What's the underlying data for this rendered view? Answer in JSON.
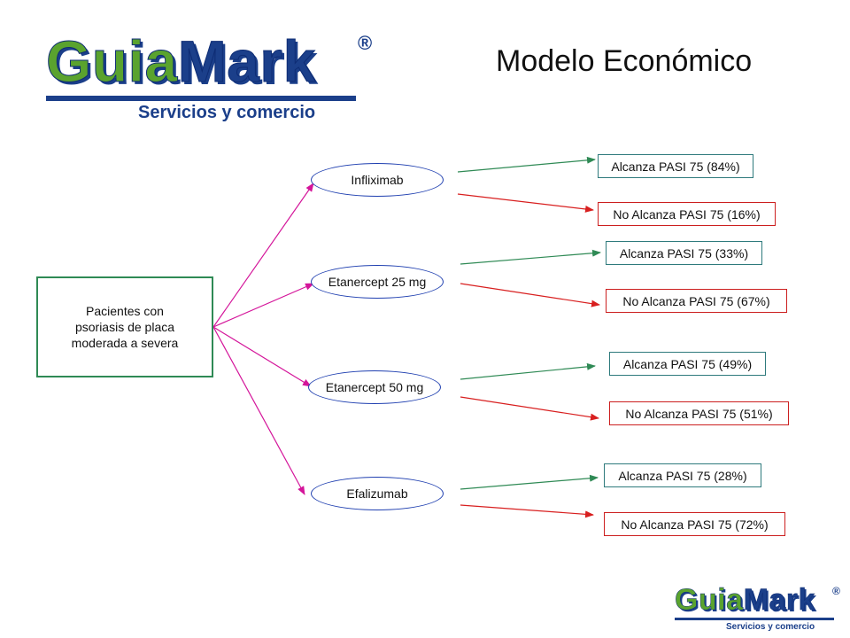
{
  "logo": {
    "main_text_1": "Guia",
    "main_text_2": "Mark",
    "registered": "®",
    "tagline": "Servicios y comercio"
  },
  "title": "Modelo Económico",
  "root": {
    "label": "Pacientes con\npsoriasis de placa\nmoderada a severa"
  },
  "treatments": [
    {
      "label": "Infliximab",
      "outcomes": [
        {
          "label": "Alcanza PASI 75 (84%)",
          "kind": "good"
        },
        {
          "label": "No Alcanza PASI 75 (16%)",
          "kind": "bad"
        }
      ]
    },
    {
      "label": "Etanercept 25 mg",
      "outcomes": [
        {
          "label": "Alcanza PASI 75 (33%)",
          "kind": "good"
        },
        {
          "label": "No Alcanza PASI 75 (67%)",
          "kind": "bad"
        }
      ]
    },
    {
      "label": "Etanercept 50 mg",
      "outcomes": [
        {
          "label": "Alcanza PASI 75 (49%)",
          "kind": "good"
        },
        {
          "label": "No Alcanza PASI 75 (51%)",
          "kind": "bad"
        }
      ]
    },
    {
      "label": "Efalizumab",
      "outcomes": [
        {
          "label": "Alcanza PASI 75 (28%)",
          "kind": "good"
        },
        {
          "label": "No Alcanza PASI 75 (72%)",
          "kind": "bad"
        }
      ]
    }
  ],
  "colors": {
    "branch": "#d4159a",
    "good_arrow": "#2f8a55",
    "bad_arrow": "#d81f1f",
    "brand_green": "#5aa32e",
    "brand_blue": "#1b3f8a"
  }
}
